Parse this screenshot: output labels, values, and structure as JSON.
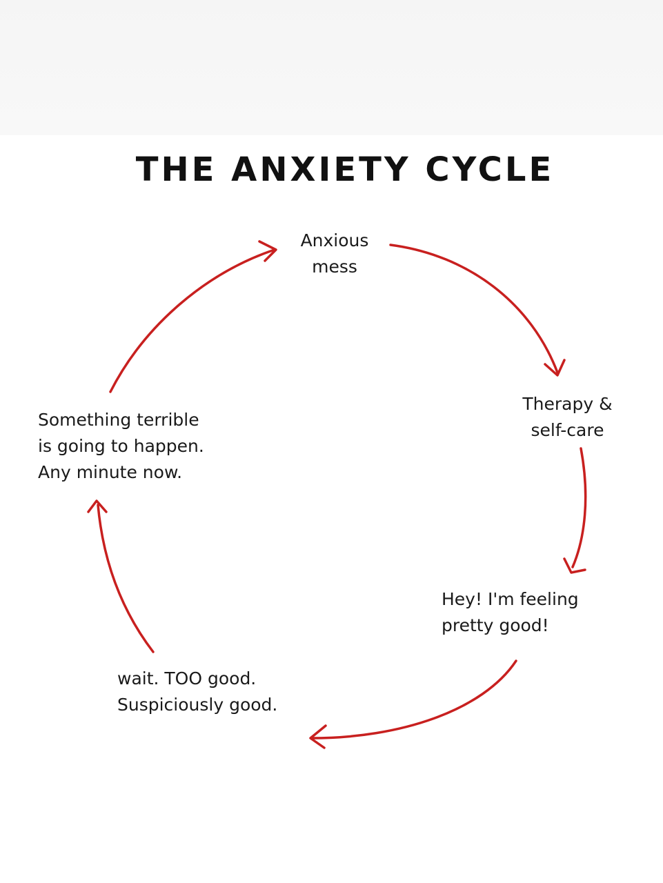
{
  "title": "THE ANXIETY CYCLE",
  "colors": {
    "arrow": "#c8201f",
    "text": "#1a1a1a",
    "background": "#ffffff"
  },
  "nodes": {
    "anxious": {
      "lines": [
        "Anxious",
        "mess"
      ]
    },
    "therapy": {
      "lines": [
        "Therapy &",
        "self-care"
      ]
    },
    "hey": {
      "lines": [
        "Hey! I'm feeling",
        "pretty good!"
      ]
    },
    "wait": {
      "lines": [
        "wait. TOO good.",
        "Suspiciously good."
      ]
    },
    "something": {
      "lines": [
        "Something terrible",
        "is going to happen.",
        "Any minute now."
      ]
    }
  }
}
